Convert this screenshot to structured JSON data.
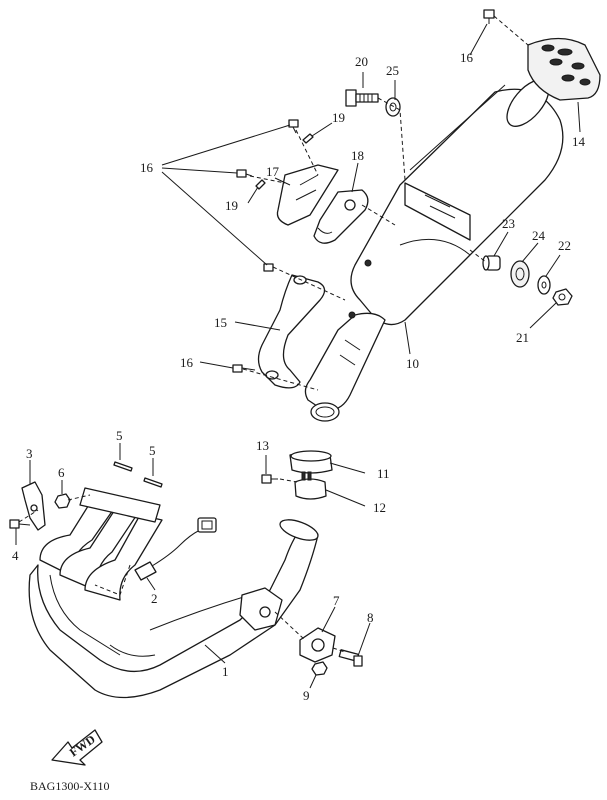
{
  "diagram_code": "BAG1300-X110",
  "fwd_label": "FWD",
  "callouts": {
    "c1": "1",
    "c2": "2",
    "c3": "3",
    "c4": "4",
    "c5a": "5",
    "c5b": "5",
    "c6": "6",
    "c7": "7",
    "c8": "8",
    "c9": "9",
    "c10": "10",
    "c11": "11",
    "c12": "12",
    "c13": "13",
    "c14": "14",
    "c15": "15",
    "c16a": "16",
    "c16b": "16",
    "c16c": "16",
    "c17": "17",
    "c18": "18",
    "c19a": "19",
    "c19b": "19",
    "c20": "20",
    "c21": "21",
    "c22": "22",
    "c23": "23",
    "c24": "24",
    "c25": "25"
  }
}
